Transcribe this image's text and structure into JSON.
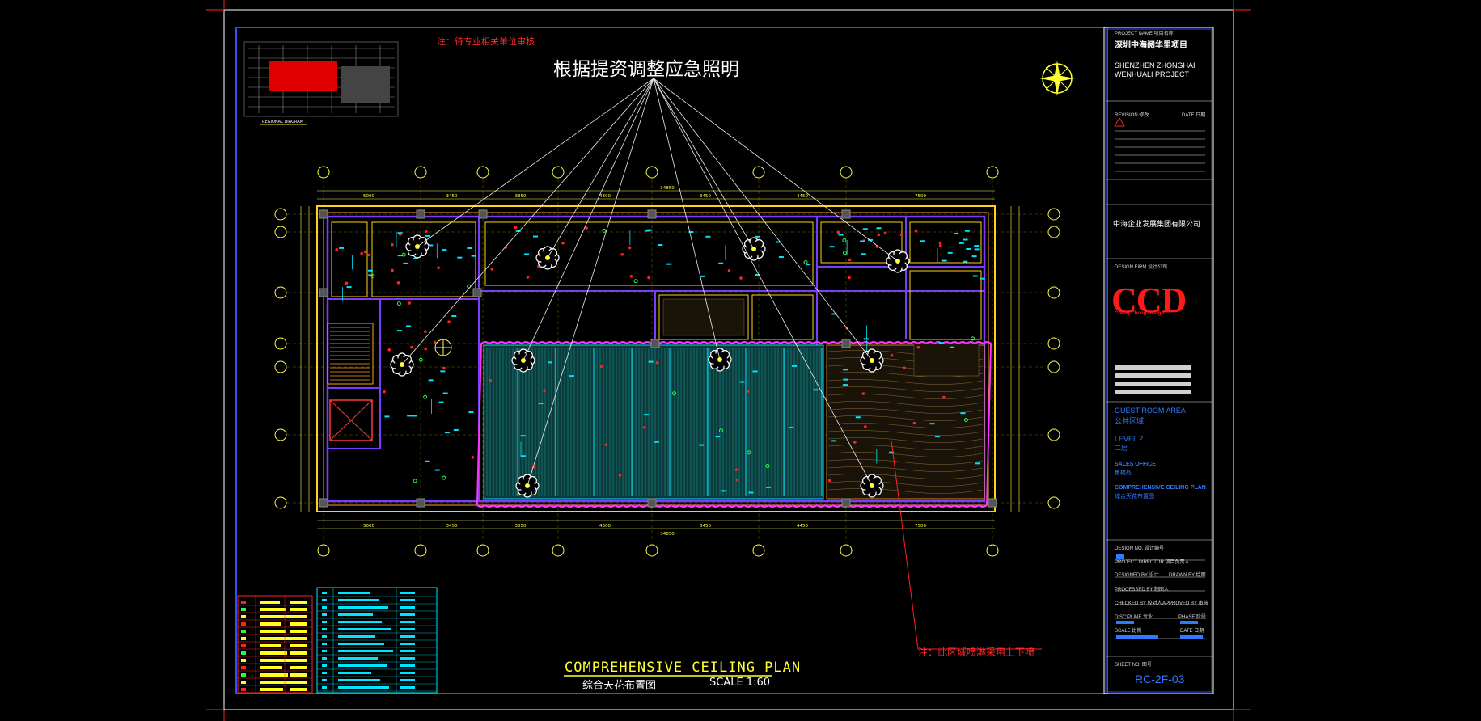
{
  "drawing": {
    "main_note": "根据提资调整应急照明",
    "top_note": "注：待专业相关单位审核",
    "bottom_note": "注：此区域喷淋采用上下喷",
    "plan_title": "COMPREHENSIVE  CEILING  PLAN",
    "plan_title_cn": "综合天花布置图",
    "scale": "SCALE 1:60",
    "regional_diagram_label": "REGIONAL DIAGRAM"
  },
  "title_block": {
    "project_name_label": "PROJECT NAME 项目名称",
    "project_name_cn": "深圳中海阅华里项目",
    "project_name_en_1": "SHENZHEN ZHONGHAI",
    "project_name_en_2": "WENHUALI PROJECT",
    "revision_label": "REVISION 修改",
    "date_label": "DATE 日期",
    "client": "中海企业发展集团有限公司",
    "design_firm_label": "DESIGN FIRM 设计公司",
    "logo_text": "CCD",
    "logo_sub": "Cheng Chung Design",
    "area_en": "GUEST ROOM AREA",
    "area_cn": "公共区域",
    "level_en": "LEVEL 2",
    "level_cn": "二层",
    "space_en": "SALES OFFICE",
    "space_cn": "售楼处",
    "sheet_title_en": "COMPREHENSIVE CEILING PLAN",
    "sheet_title_cn": "综合天花布置图",
    "design_no_label": "DESIGN NO. 设计编号",
    "project_director_label": "PROJECT DIRECTOR 项目负责人",
    "designed_by_label": "DESIGNED BY 设计",
    "drawn_by_label": "DRAWN BY 绘图",
    "processed_by_label": "PROCESSED BY 制图人",
    "checked_by_label": "CHECKED BY 校对人",
    "approved_by_label": "APPROVED BY 审核",
    "discipline_label": "DISCIPLINE 专业",
    "phase_label": "PHASE 阶段",
    "scale_label": "SCALE 比例",
    "date_label2": "DATE 日期",
    "sheet_no_label": "SHEET NO. 图号",
    "sheet_no": "RC-2F-03"
  },
  "dims": {
    "top": [
      "5000",
      "3450",
      "3850",
      "4300",
      "3450",
      "4450",
      "7500"
    ],
    "overall": "34850"
  },
  "colors": {
    "frame": "#ffffff",
    "inner_frame": "#3050ff",
    "wall": "#ffd21a",
    "grid": "#ffff44",
    "cyan": "#00e5ff",
    "magenta": "#ff33ff",
    "red": "#ff2222",
    "green": "#22ff44"
  }
}
